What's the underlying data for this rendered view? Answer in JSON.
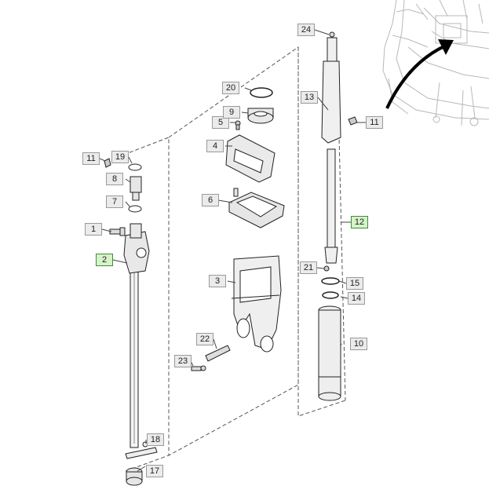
{
  "callouts": [
    {
      "label": "1",
      "highlighted": false
    },
    {
      "label": "2",
      "highlighted": true
    },
    {
      "label": "3",
      "highlighted": false
    },
    {
      "label": "4",
      "highlighted": false
    },
    {
      "label": "5",
      "highlighted": false
    },
    {
      "label": "6",
      "highlighted": false
    },
    {
      "label": "7",
      "highlighted": false
    },
    {
      "label": "8",
      "highlighted": false
    },
    {
      "label": "9",
      "highlighted": false
    },
    {
      "label": "10",
      "highlighted": false
    },
    {
      "label": "11",
      "highlighted": false
    },
    {
      "label": "11",
      "highlighted": false
    },
    {
      "label": "12",
      "highlighted": true
    },
    {
      "label": "13",
      "highlighted": false
    },
    {
      "label": "14",
      "highlighted": false
    },
    {
      "label": "15",
      "highlighted": false
    },
    {
      "label": "17",
      "highlighted": false
    },
    {
      "label": "18",
      "highlighted": false
    },
    {
      "label": "19",
      "highlighted": false
    },
    {
      "label": "20",
      "highlighted": false
    },
    {
      "label": "21",
      "highlighted": false
    },
    {
      "label": "22",
      "highlighted": false
    },
    {
      "label": "23",
      "highlighted": false
    },
    {
      "label": "24",
      "highlighted": false
    }
  ],
  "colors": {
    "highlight_fill": "#d7f2c9",
    "highlight_border": "#3b8f3b",
    "callout_fill": "#ebebeb"
  }
}
